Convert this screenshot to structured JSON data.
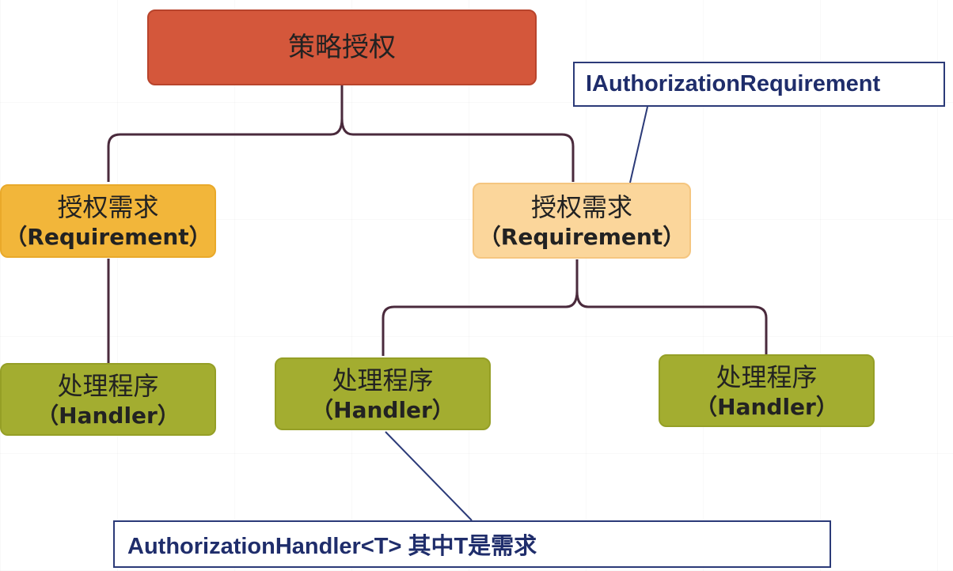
{
  "diagram": {
    "root": {
      "label": "策略授权"
    },
    "requirements": [
      {
        "title": "授权需求",
        "subtitle": "（Requirement）"
      },
      {
        "title": "授权需求",
        "subtitle": "（Requirement）"
      }
    ],
    "handlers": [
      {
        "title": "处理程序",
        "subtitle": "（Handler）"
      },
      {
        "title": "处理程序",
        "subtitle": "（Handler）"
      },
      {
        "title": "处理程序",
        "subtitle": "（Handler）"
      }
    ],
    "notes": {
      "requirement_interface": "IAuthorizationRequirement",
      "handler_class": "AuthorizationHandler<T>  其中T是需求"
    },
    "colors": {
      "root": "#d4573b",
      "requirement_primary": "#f2b63a",
      "requirement_secondary": "#fbd69b",
      "handler": "#a3ad30",
      "connector": "#4a2a3c",
      "note_border": "#2b3a78"
    }
  }
}
